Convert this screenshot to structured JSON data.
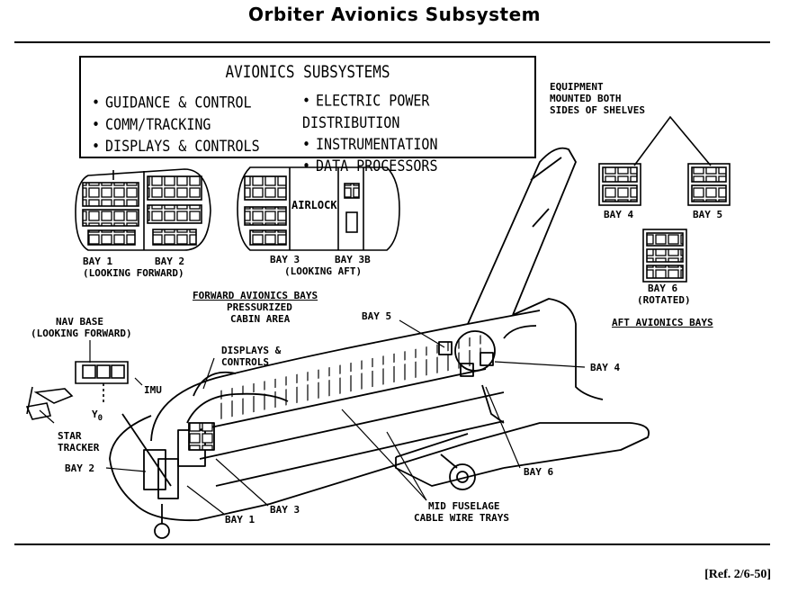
{
  "title": "Orbiter Avionics Subsystem",
  "subsystems_box": {
    "heading": "AVIONICS SUBSYSTEMS",
    "left_items": [
      "GUIDANCE & CONTROL",
      "COMM/TRACKING",
      "DISPLAYS & CONTROLS"
    ],
    "right_items": [
      "ELECTRIC POWER DISTRIBUTION",
      "INSTRUMENTATION",
      "DATA PROCESSORS"
    ]
  },
  "forward_bays": {
    "bay1": "BAY 1",
    "bay2": "BAY 2",
    "looking_forward": "(LOOKING FORWARD)",
    "bay3": "BAY 3",
    "bay3b": "BAY 3B",
    "looking_aft": "(LOOKING AFT)",
    "airlock": "AIRLOCK"
  },
  "aft_bays": {
    "equipment_note": [
      "EQUIPMENT",
      "MOUNTED BOTH",
      "SIDES OF SHELVES"
    ],
    "bay4": "BAY 4",
    "bay5": "BAY 5",
    "bay6": "BAY 6",
    "rotated": "(ROTATED)",
    "caption": "AFT AVIONICS BAYS"
  },
  "orbiter_labels": {
    "forward_caption": "FORWARD AVIONICS BAYS",
    "pressurized": "PRESSURIZED",
    "cabin_area": "CABIN AREA",
    "nav_base": "NAV BASE",
    "nav_base_sub": "(LOOKING FORWARD)",
    "imu": "IMU",
    "displays": "DISPLAYS &",
    "controls": "CONTROLS",
    "star": "STAR",
    "tracker": "TRACKER",
    "y0": "Y",
    "y0_sub": "0",
    "bay2": "BAY 2",
    "bay1": "BAY 1",
    "bay3": "BAY 3",
    "bay5": "BAY 5",
    "bay4": "BAY 4",
    "bay6": "BAY 6",
    "mid_fuselage": "MID FUSELAGE",
    "cable_trays": "CABLE WIRE TRAYS"
  },
  "reference": "[Ref. 2/6-50]"
}
